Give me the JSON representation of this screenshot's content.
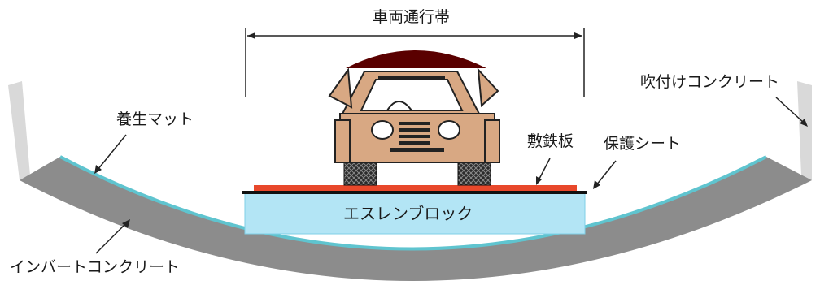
{
  "labels": {
    "lane_width": "車両通行帯",
    "curing_mat": "養生マット",
    "sprayed_concrete": "吹付けコンクリート",
    "steel_plate": "敷鉄板",
    "protective_sheet": "保護シート",
    "eps_block": "エスレンブロック",
    "invert_concrete": "インバートコンクリート"
  },
  "colors": {
    "invert": "#8c8c8c",
    "wall": "#d9d9d9",
    "mat": "#5fc4cf",
    "eps": "#b3e5f5",
    "plate": "#e8482b",
    "sheet": "#111111",
    "car_body": "#d8a883",
    "car_roof": "#5a0000",
    "tire": "#2b2b2b"
  }
}
